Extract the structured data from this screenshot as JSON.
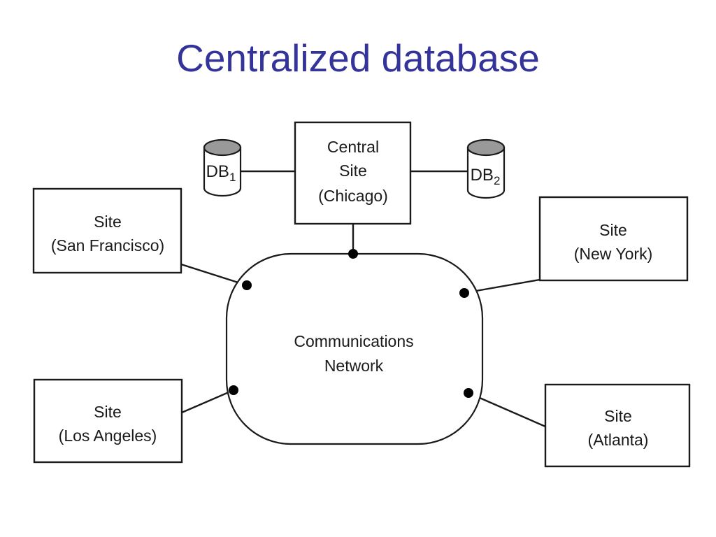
{
  "slide": {
    "title": "Centralized database",
    "title_color": "#333399",
    "background_color": "#ffffff"
  },
  "diagram": {
    "type": "network-topology",
    "line_color": "#1a1a1a",
    "cylinder_top_color": "#999999",
    "central_node": {
      "line1": "Central",
      "line2": "Site",
      "line3": "(Chicago)"
    },
    "network_cloud": {
      "line1": "Communications",
      "line2": "Network"
    },
    "databases": [
      {
        "name": "DB",
        "subscript": "1"
      },
      {
        "name": "DB",
        "subscript": "2"
      }
    ],
    "sites": [
      {
        "label": "Site",
        "location": "(San Francisco)"
      },
      {
        "label": "Site",
        "location": "(New York)"
      },
      {
        "label": "Site",
        "location": "(Los Angeles)"
      },
      {
        "label": "Site",
        "location": "(Atlanta)"
      }
    ]
  }
}
